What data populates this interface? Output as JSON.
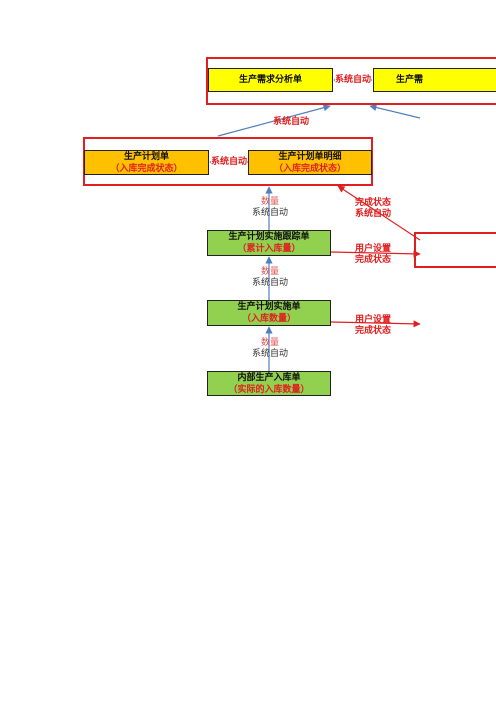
{
  "nodes": {
    "demand_analysis": {
      "title": "生产需求分析单"
    },
    "demand_detail_partial": {
      "title": "生产需"
    },
    "plan": {
      "title": "生产计划单",
      "status": "（入库完成状态）"
    },
    "plan_detail": {
      "title": "生产计划单明细",
      "status": "（入库完成状态）"
    },
    "tracking": {
      "title": "生产计划实施跟踪单",
      "status": "（累计入库量）"
    },
    "implementation": {
      "title": "生产计划实施单",
      "status": "（入库数量）"
    },
    "internal_receipt": {
      "title": "内部生产入库单",
      "status": "（实际的入库数量）"
    }
  },
  "labels": {
    "auto_top": "系统自动",
    "auto_mid": "系统自动",
    "auto_plan": "系统自动",
    "qty_1": "数量",
    "auto_1": "系统自动",
    "qty_2": "数量",
    "auto_2": "系统自动",
    "qty_3": "数量",
    "auto_3": "系统自动",
    "done_status": "完成状态",
    "done_auto": "系统自动",
    "user_set_1": "用户设置",
    "done_1": "完成状态",
    "user_set_2": "用户设置",
    "done_2": "完成状态"
  },
  "colors": {
    "frame": "#e02020",
    "arrow_blue": "#4f7fc0",
    "arrow_red": "#e02020",
    "yellow": "#ffff00",
    "orange": "#ffc000",
    "green": "#92d050"
  }
}
